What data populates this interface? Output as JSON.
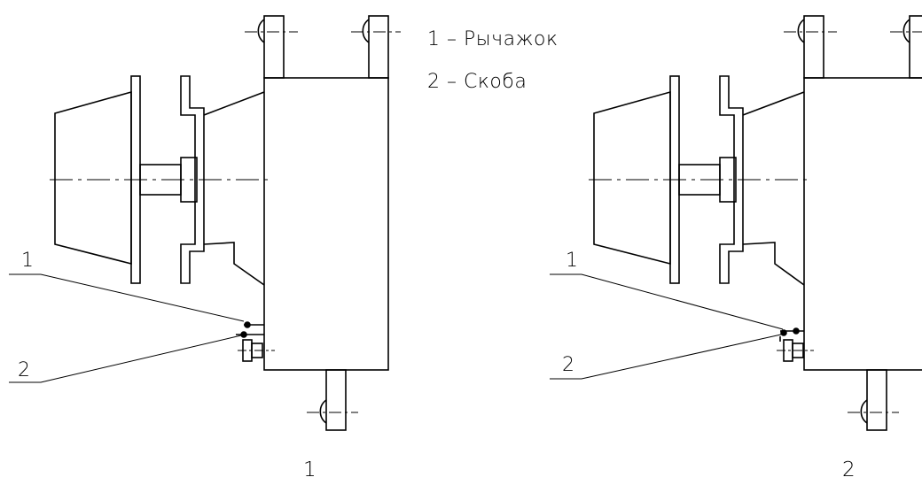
{
  "legend": {
    "items": [
      {
        "num": "1",
        "text": "1 – Рычажок"
      },
      {
        "num": "2",
        "text": "2 – Скоба"
      }
    ]
  },
  "views": [
    {
      "caption": "1",
      "callouts": [
        "1",
        "2"
      ]
    },
    {
      "caption": "2",
      "callouts": [
        "1",
        "2"
      ]
    }
  ],
  "colors": {
    "line": "#000000",
    "background": "#ffffff"
  }
}
